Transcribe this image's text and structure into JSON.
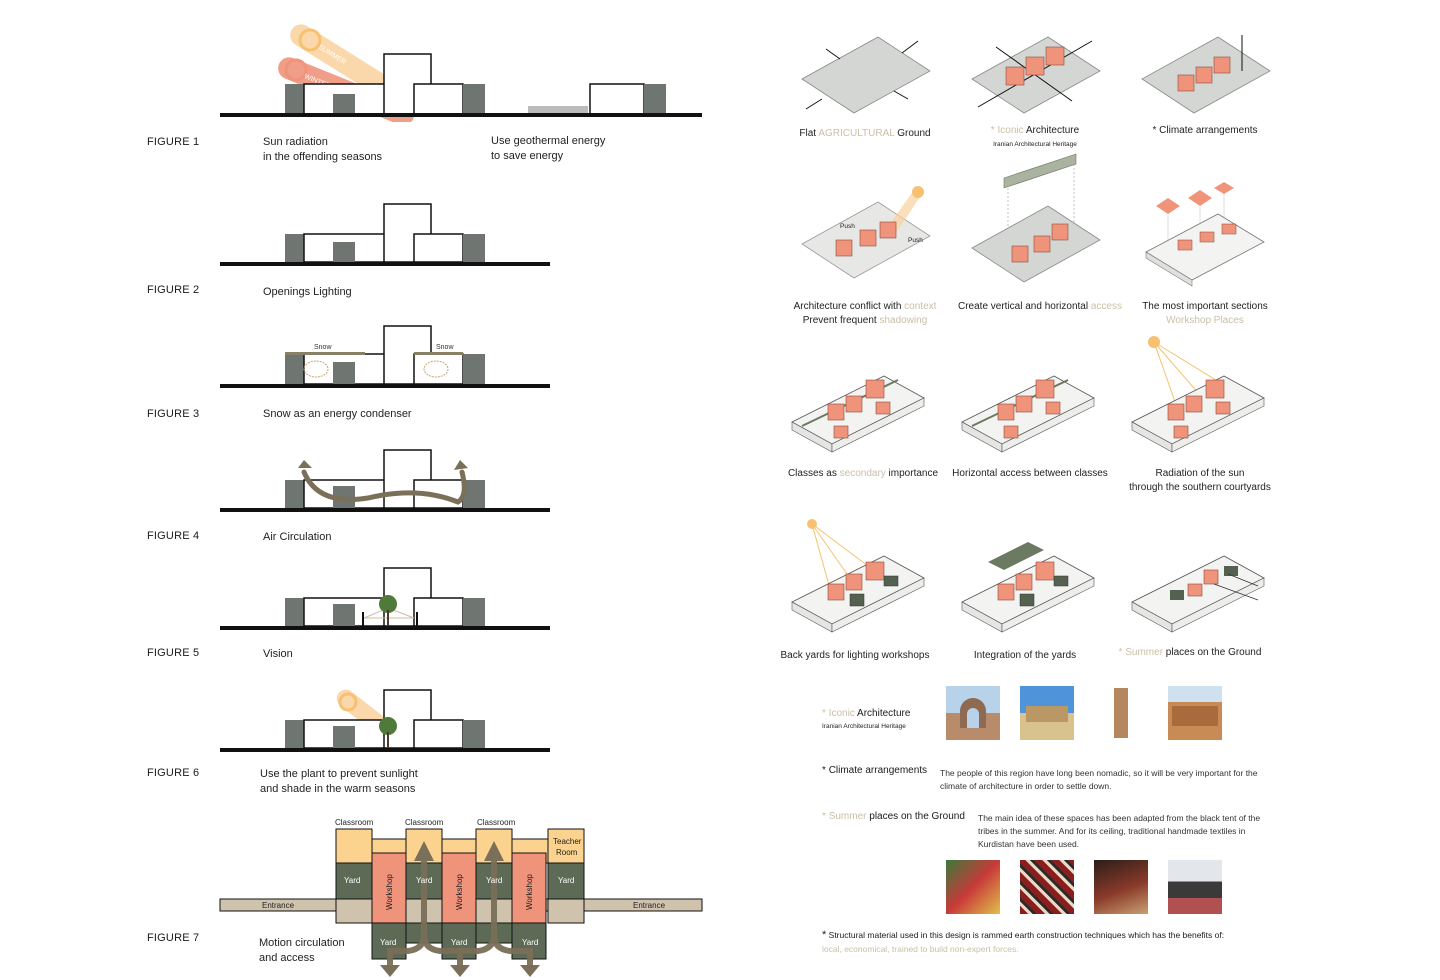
{
  "figures": [
    {
      "label": "FIGURE 1",
      "caption_a": "Sun radiation",
      "caption_b": "in the offending seasons",
      "caption_c": "Use geothermal energy",
      "caption_d": "to save energy",
      "sun_summer": "SUMMER",
      "sun_winter": "WINTER"
    },
    {
      "label": "FIGURE 2",
      "caption": "Openings Lighting"
    },
    {
      "label": "FIGURE 3",
      "caption": "Snow as an energy condenser",
      "snow": "Snow"
    },
    {
      "label": "FIGURE 4",
      "caption": "Air Circulation"
    },
    {
      "label": "FIGURE 5",
      "caption": "Vision"
    },
    {
      "label": "FIGURE 6",
      "caption_a": "Use the plant to prevent sunlight",
      "caption_b": "and shade in the warm seasons"
    },
    {
      "label": "FIGURE 7",
      "caption_a": "Motion circulation",
      "caption_b": "and access"
    }
  ],
  "plan": {
    "classroom": "Classroom",
    "teacher_a": "Teacher",
    "teacher_b": "Room",
    "yard": "Yard",
    "workshop": "Workshop",
    "entrance": "Entrance"
  },
  "diagrams": {
    "d1": {
      "a": "Flat ",
      "b": "AGRICULTURAL",
      "c": " Ground"
    },
    "d2": {
      "a": "Iconic",
      "b": " Architecture",
      "sub": "Iranian Architectural Heritage"
    },
    "d3": {
      "a": "Climate arrangements"
    },
    "d4": {
      "a": "Architecture conflict with ",
      "b": "context",
      "c": "Prevent frequent ",
      "d": "shadowing",
      "push": "Push"
    },
    "d5": {
      "a": "Create vertical and horizontal ",
      "b": "access"
    },
    "d6": {
      "a": "The most important sections",
      "b": "Workshop Places"
    },
    "d7": {
      "a": "Classes as ",
      "b": "secondary",
      "c": " importance"
    },
    "d8": {
      "a": "Horizontal access between classes"
    },
    "d9": {
      "a": "Radiation of the sun",
      "b": "through the southern courtyards"
    },
    "d10": {
      "a": "Back yards for lighting workshops"
    },
    "d11": {
      "a": "Integration of the yards"
    },
    "d12": {
      "a": "Summer",
      "b": " places on the Ground"
    }
  },
  "notes": {
    "star": "*",
    "iconic_a": "Iconic",
    "iconic_b": " Architecture",
    "iconic_sub": "Iranian Architectural Heritage",
    "climate_title": "Climate arrangements",
    "climate_text_a": "The people of this region have long been nomadic, so it will be very important for the",
    "climate_text_b": "climate of architecture in order to settle down.",
    "summer_a": "Summer",
    "summer_b": " places on the Ground",
    "summer_text_a": "The main idea of these spaces has been adapted from the black tent of the",
    "summer_text_b": "tribes in the summer. And for its ceiling, traditional handmade textiles in",
    "summer_text_c": "Kurdistan have been used.",
    "structural_a": "Structural material used in this design is rammed earth construction techniques which has the benefits of:",
    "structural_b": "local, economical, trained to build non-expert forces."
  },
  "colors": {
    "salmon": "#f0937b",
    "gray": "#6f7570",
    "ground": "#111111",
    "cream": "#fcd28f",
    "olive": "#5d6a55",
    "arrow": "#7a6f58",
    "sand": "#cfc3ad",
    "sun": "#f7c170"
  }
}
